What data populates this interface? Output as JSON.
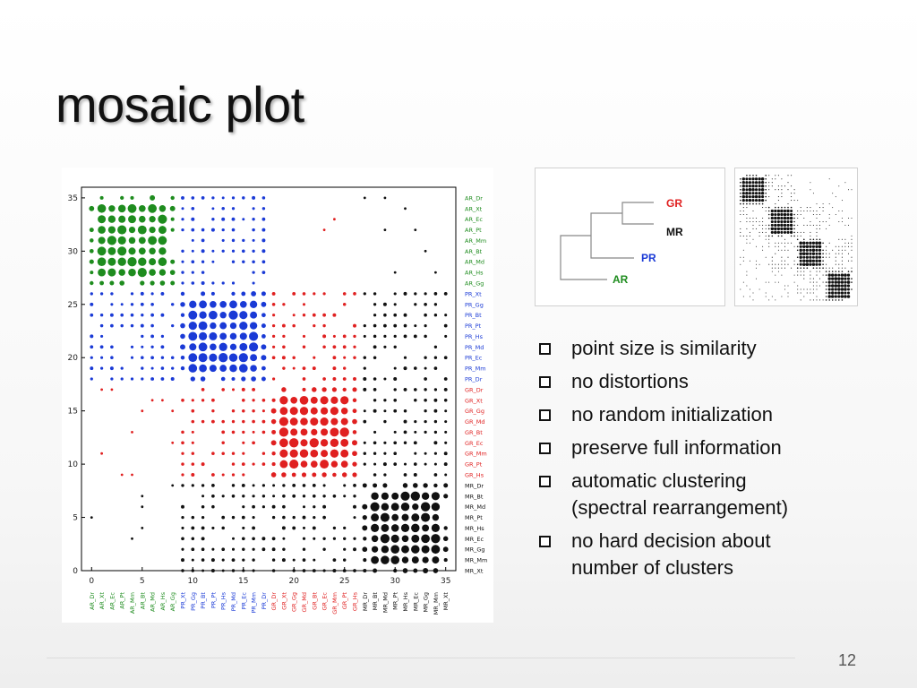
{
  "slide": {
    "title": "mosaic plot",
    "page_number": "12"
  },
  "bullets": [
    "point size is similarity",
    "no distortions",
    "no random initialization",
    "preserve full information",
    "automatic clustering\n(spectral rearrangement)",
    "no hard decision about\nnumber of clusters"
  ],
  "dendrogram": {
    "leaves": [
      {
        "label": "GR",
        "color": "#e02020"
      },
      {
        "label": "MR",
        "color": "#111111"
      },
      {
        "label": "PR",
        "color": "#1a3ad6"
      },
      {
        "label": "AR",
        "color": "#1e8c1e"
      }
    ]
  },
  "chart_data": {
    "type": "scatter",
    "subtype": "similarity-matrix",
    "xlim": [
      -1,
      36
    ],
    "ylim": [
      0,
      36
    ],
    "x_ticks": [
      0,
      5,
      10,
      15,
      20,
      25,
      30,
      35
    ],
    "y_ticks": [
      0,
      5,
      10,
      15,
      20,
      25,
      30,
      35
    ],
    "groups": [
      {
        "name": "AR",
        "color": "#1e8c1e",
        "start": 0,
        "end": 8
      },
      {
        "name": "PR",
        "color": "#1a3ad6",
        "start": 9,
        "end": 17
      },
      {
        "name": "GR",
        "color": "#e02020",
        "start": 18,
        "end": 26
      },
      {
        "name": "MR",
        "color": "#111111",
        "start": 27,
        "end": 35
      }
    ],
    "labels": [
      "AR_Dr",
      "AR_Xt",
      "AR_Ec",
      "AR_Pt",
      "AR_Mm",
      "AR_Bt",
      "AR_Md",
      "AR_Hs",
      "AR_Gg",
      "PR_Xt",
      "PR_Gg",
      "PR_Bt",
      "PR_Pt",
      "PR_Hs",
      "PR_Md",
      "PR_Ec",
      "PR_Mm",
      "PR_Dr",
      "GR_Dr",
      "GR_Xt",
      "GR_Gg",
      "GR_Md",
      "GR_Bt",
      "GR_Ec",
      "GR_Mm",
      "GR_Pt",
      "GR_Hs",
      "MR_Dr",
      "MR_Bt",
      "MR_Md",
      "MR_Pt",
      "MR_Hs",
      "MR_Ec",
      "MR_Gg",
      "MR_Mm",
      "MR_Xt"
    ],
    "within_group_similarity": "high",
    "between_group_similarity": "low"
  }
}
